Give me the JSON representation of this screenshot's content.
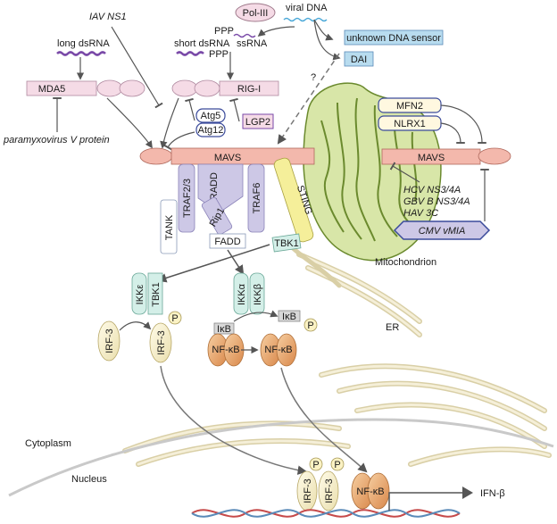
{
  "labels": {
    "pol3": "Pol-III",
    "viral_dna": "viral DNA",
    "ppp_top": "PPP",
    "ssrna": "ssRNA",
    "ppp_mid": "PPP",
    "short_dsrna": "short dsRNA",
    "long_dsrna": "long dsRNA",
    "iav_ns1": "IAV  NS1",
    "unknown_sensor": "unknown DNA sensor",
    "dai": "DAI",
    "question": "?",
    "mda5": "MDA5",
    "rigi": "RIG-I",
    "paramyxo": "paramyxovirus  V protein",
    "atg5": "Atg5",
    "atg12": "Atg12",
    "lgp2": "LGP2",
    "mfn2": "MFN2",
    "nlrx1": "NLRX1",
    "mavs_left": "MAVS",
    "mavs_right": "MAVS",
    "traf23": "TRAF2/3",
    "tradd": "TRADD",
    "traf6": "TRAF6",
    "sting": "STING",
    "rip1": "Rip1",
    "tank": "TANK",
    "fadd": "FADD",
    "tbk1_mid": "TBK1",
    "hcv": "HCV  NS3/4A",
    "gbv": "GBV B NS3/4A",
    "hav": "HAV  3C",
    "cmv": "CMV vMIA",
    "mito": "Mitochondrion",
    "ikke": "IKKε",
    "tbk1_left": "TBK1",
    "ikka": "IKKα",
    "ikkb": "IKKβ",
    "irf3_a": "IRF-3",
    "irf3_b": "IRF-3",
    "p_irf": "P",
    "ikb_a": "IκB",
    "ikb_b": "IκB",
    "p_ikb": "P",
    "nfkb_a": "NF-κB",
    "nfkb_b": "NF-κB",
    "er": "ER",
    "cytoplasm": "Cytoplasm",
    "nucleus": "Nucleus",
    "irf3_n1": "IRF-3",
    "irf3_n2": "IRF-3",
    "p_n1": "P",
    "p_n2": "P",
    "nfkb_n": "NF-κB",
    "ifnb": "IFN-β"
  },
  "colors": {
    "mavs_fill": "#f3b8ac",
    "pink_box": "#f5dbe6",
    "mito_fill": "#d8e6a8",
    "mito_edge": "#6b8a2e",
    "blue_box": "#b8dcef",
    "lavender": "#cdc8e6",
    "sting_fill": "#f5ef9a",
    "tbk1_fill": "#d4efe8",
    "irf_fill": "#f7f0cf",
    "nfkb_fill": "#e7a66c",
    "er_fill": "#f3ecd2",
    "dna_red": "#c64a4a",
    "dna_blue": "#5a8ab8"
  }
}
